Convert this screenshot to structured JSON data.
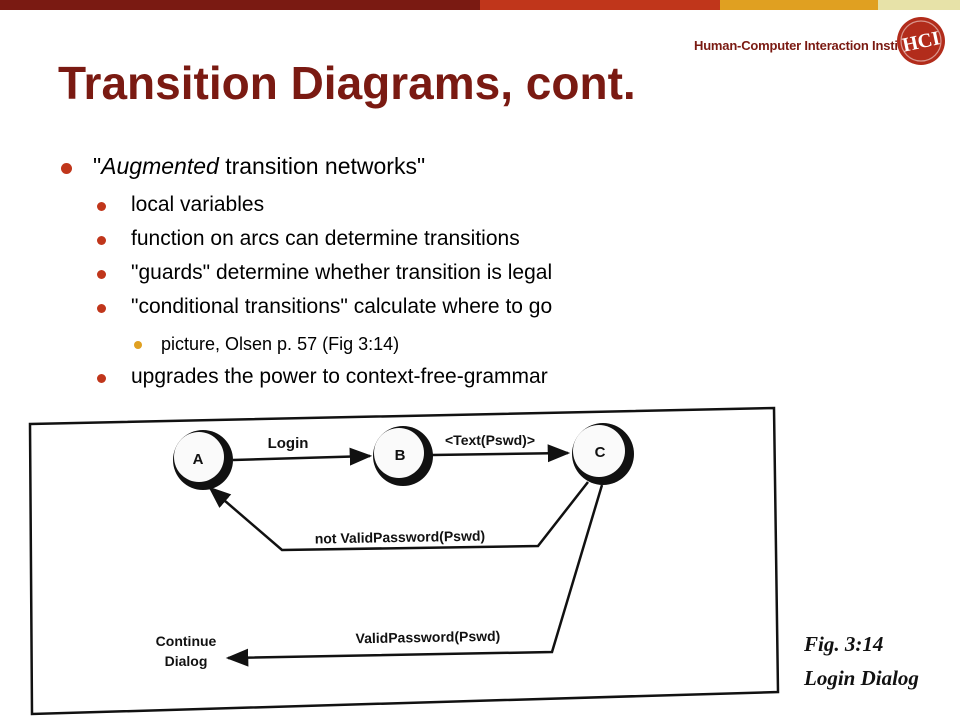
{
  "header": {
    "institute": "Human-Computer Interaction Institute",
    "logo_glyph": "HCI",
    "stripe_colors": [
      "#7a1a12",
      "#c0361b",
      "#e0a021",
      "#e7e2a8"
    ]
  },
  "slide": {
    "title": "Transition Diagrams, cont.",
    "bullet_color": "#c0361b",
    "sub_bullet_color": "#e0a021",
    "bullets": [
      {
        "emph": "Augmented",
        "prefix": "\"",
        "rest": " transition networks\""
      },
      {
        "text": "local variables"
      },
      {
        "text": "function on arcs can determine transitions"
      },
      {
        "text": "\"guards\" determine whether transition is legal"
      },
      {
        "text": "\"conditional transitions\" calculate where to go"
      },
      {
        "text": "picture, Olsen p. 57 (Fig 3:14)"
      },
      {
        "text": "upgrades the power to context-free-grammar"
      }
    ]
  },
  "figure": {
    "nodes": {
      "a": "A",
      "b": "B",
      "c": "C",
      "end": [
        "Continue",
        "Dialog"
      ]
    },
    "edges": {
      "login": "Login",
      "text": "<Text(Pswd)>",
      "not_valid": "not ValidPassword(Pswd)",
      "valid": "ValidPassword(Pswd)"
    },
    "caption": {
      "fig": "Fig. 3:14",
      "name": "Login Dialog"
    }
  }
}
